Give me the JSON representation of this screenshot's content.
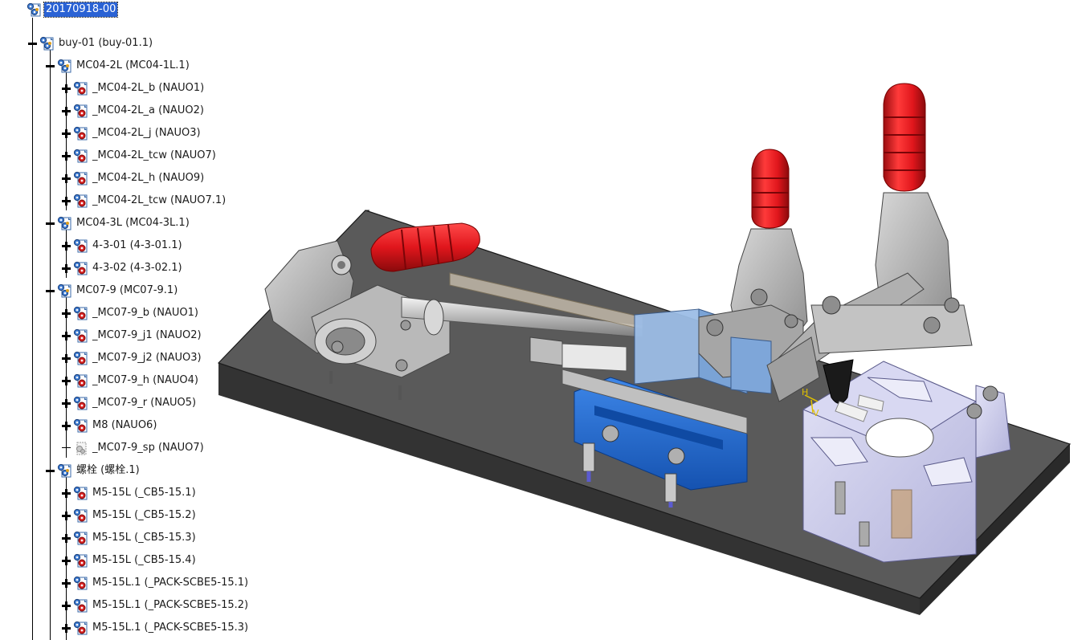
{
  "product_tree": {
    "root": "20170918-00",
    "nodes": [
      {
        "label": "buy-01 (buy-01.1)",
        "level": 1,
        "state": "expanded",
        "icon": "product-icon"
      },
      {
        "label": "MC04-2L (MC04-1L.1)",
        "level": 2,
        "state": "expanded",
        "icon": "product-icon"
      },
      {
        "label": "_MC04-2L_b (NAUO1)",
        "level": 3,
        "state": "collapsed",
        "icon": "part-icon"
      },
      {
        "label": "_MC04-2L_a (NAUO2)",
        "level": 3,
        "state": "collapsed",
        "icon": "part-icon"
      },
      {
        "label": "_MC04-2L_j (NAUO3)",
        "level": 3,
        "state": "collapsed",
        "icon": "part-icon"
      },
      {
        "label": "_MC04-2L_tcw (NAUO7)",
        "level": 3,
        "state": "collapsed",
        "icon": "part-icon"
      },
      {
        "label": "_MC04-2L_h (NAUO9)",
        "level": 3,
        "state": "collapsed",
        "icon": "part-icon"
      },
      {
        "label": "_MC04-2L_tcw (NAUO7.1)",
        "level": 3,
        "state": "collapsed",
        "icon": "part-icon"
      },
      {
        "label": "MC04-3L (MC04-3L.1)",
        "level": 2,
        "state": "expanded",
        "icon": "product-icon"
      },
      {
        "label": "4-3-01 (4-3-01.1)",
        "level": 3,
        "state": "collapsed",
        "icon": "part-icon"
      },
      {
        "label": "4-3-02 (4-3-02.1)",
        "level": 3,
        "state": "collapsed",
        "icon": "part-icon"
      },
      {
        "label": "MC07-9 (MC07-9.1)",
        "level": 2,
        "state": "expanded",
        "icon": "product-icon"
      },
      {
        "label": "_MC07-9_b (NAUO1)",
        "level": 3,
        "state": "collapsed",
        "icon": "part-icon"
      },
      {
        "label": "_MC07-9_j1 (NAUO2)",
        "level": 3,
        "state": "collapsed",
        "icon": "part-icon"
      },
      {
        "label": "_MC07-9_j2 (NAUO3)",
        "level": 3,
        "state": "collapsed",
        "icon": "part-icon"
      },
      {
        "label": "_MC07-9_h (NAUO4)",
        "level": 3,
        "state": "collapsed",
        "icon": "part-icon"
      },
      {
        "label": "_MC07-9_r (NAUO5)",
        "level": 3,
        "state": "collapsed",
        "icon": "part-icon"
      },
      {
        "label": "M8 (NAUO6)",
        "level": 3,
        "state": "collapsed",
        "icon": "part-icon"
      },
      {
        "label": "_MC07-9_sp (NAUO7)",
        "level": 3,
        "state": "none",
        "icon": "hidden-part-icon"
      },
      {
        "label": "螺栓 (螺栓.1)",
        "level": 2,
        "state": "expanded",
        "icon": "product-icon"
      },
      {
        "label": "M5-15L (_CB5-15.1)",
        "level": 3,
        "state": "collapsed",
        "icon": "part-icon"
      },
      {
        "label": "M5-15L (_CB5-15.2)",
        "level": 3,
        "state": "collapsed",
        "icon": "part-icon"
      },
      {
        "label": "M5-15L (_CB5-15.3)",
        "level": 3,
        "state": "collapsed",
        "icon": "part-icon"
      },
      {
        "label": "M5-15L (_CB5-15.4)",
        "level": 3,
        "state": "collapsed",
        "icon": "part-icon"
      },
      {
        "label": "M5-15L.1 (_PACK-SCBE5-15.1)",
        "level": 3,
        "state": "collapsed",
        "icon": "part-icon"
      },
      {
        "label": "M5-15L.1 (_PACK-SCBE5-15.2)",
        "level": 3,
        "state": "collapsed",
        "icon": "part-icon"
      },
      {
        "label": "M5-15L.1 (_PACK-SCBE5-15.3)",
        "level": 3,
        "state": "collapsed",
        "icon": "part-icon"
      }
    ]
  },
  "model_view": {
    "compass_labels": {
      "h": "H",
      "v": "V"
    }
  },
  "colors": {
    "selection": "#2a62d4",
    "base_plate": "#555555",
    "handle_red": "#e0161c",
    "slide_blue": "#1e66d0",
    "clamp_gray": "#a8a8a8",
    "fixture_lilac": "#c9c9ea"
  }
}
